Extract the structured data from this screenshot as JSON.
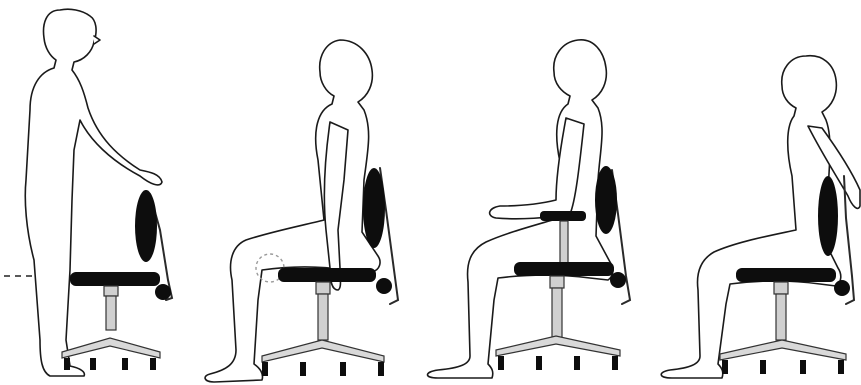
{
  "figure": {
    "panels": [
      {
        "id": "step-1",
        "figure_icon": "standing-person-adjusting-backrest",
        "chair_icon": "office-chair-icon"
      },
      {
        "id": "step-2",
        "figure_icon": "seated-person-knee-height",
        "chair_icon": "office-chair-icon"
      },
      {
        "id": "step-3",
        "figure_icon": "seated-person-armrest-height",
        "chair_icon": "office-chair-with-armrest-icon"
      },
      {
        "id": "step-4",
        "figure_icon": "seated-person-reclined-backrest",
        "chair_icon": "office-chair-icon"
      }
    ],
    "colors": {
      "outline": "#1a1a1a",
      "chair_pads": "#0d0d0d",
      "chair_base": "#d9d9d9"
    }
  }
}
